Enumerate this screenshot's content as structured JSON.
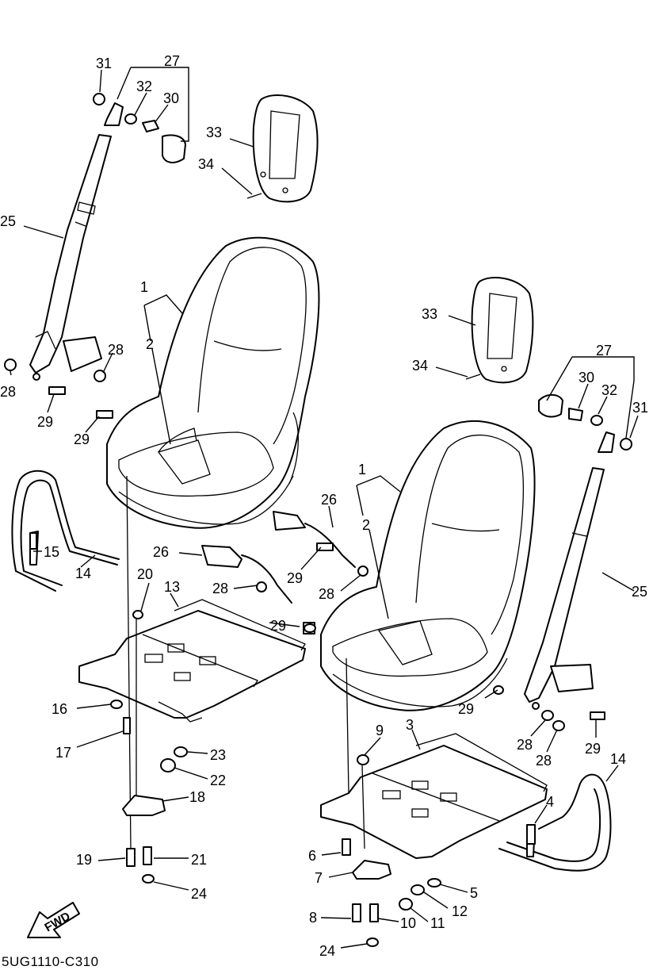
{
  "diagram_code": "5UG1110-C310",
  "fwd_label": "FWD",
  "callouts": {
    "c1a": "1",
    "c2a": "2",
    "c25a": "25",
    "c27a": "27",
    "c28a": "28",
    "c28b": "28",
    "c29a": "29",
    "c29b": "29",
    "c30a": "30",
    "c31a": "31",
    "c32a": "32",
    "c33a": "33",
    "c34a": "34",
    "c15": "15",
    "c14a": "14",
    "c26a": "26",
    "c20": "20",
    "c13": "13",
    "c28c": "28",
    "c29c": "29",
    "c16": "16",
    "c17": "17",
    "c23": "23",
    "c22": "22",
    "c18": "18",
    "c19": "19",
    "c21": "21",
    "c24a": "24",
    "c1b": "1",
    "c2b": "2",
    "c33b": "33",
    "c34b": "34",
    "c27b": "27",
    "c30b": "30",
    "c31b": "31",
    "c32b": "32",
    "c26b": "26",
    "c29d": "29",
    "c28d": "28",
    "c25b": "25",
    "c29e": "29",
    "c28e": "28",
    "c29f": "29",
    "c28f": "28",
    "c14b": "14",
    "c9": "9",
    "c3": "3",
    "c4": "4",
    "c6": "6",
    "c5": "5",
    "c7": "7",
    "c12": "12",
    "c8": "8",
    "c10": "10",
    "c11": "11",
    "c24b": "24"
  }
}
